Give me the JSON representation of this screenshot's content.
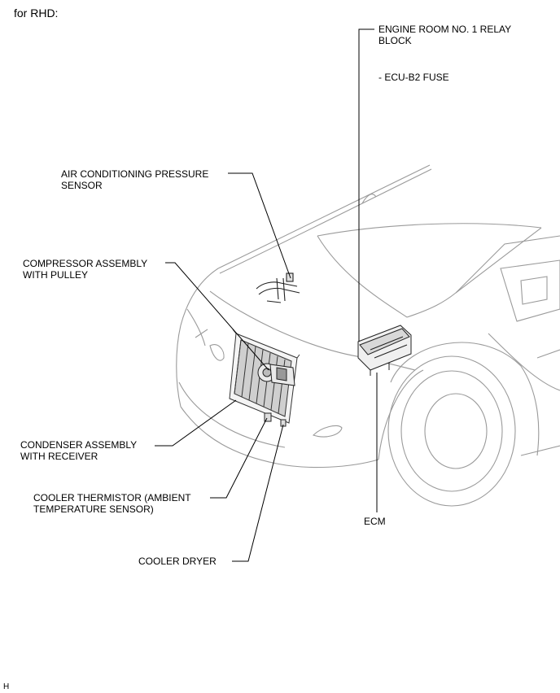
{
  "header": "for RHD:",
  "labels": {
    "relay_block_line1": "ENGINE ROOM NO. 1 RELAY",
    "relay_block_line2": "BLOCK",
    "fuse": "- ECU-B2 FUSE",
    "pressure_sensor_line1": "AIR CONDITIONING PRESSURE",
    "pressure_sensor_line2": "SENSOR",
    "compressor_line1": "COMPRESSOR ASSEMBLY",
    "compressor_line2": "WITH PULLEY",
    "condenser_line1": "CONDENSER ASSEMBLY",
    "condenser_line2": "WITH RECEIVER",
    "thermistor_line1": "COOLER THERMISTOR (AMBIENT",
    "thermistor_line2": "TEMPERATURE SENSOR)",
    "dryer": "COOLER DRYER",
    "ecm": "ECM"
  },
  "footer_code": "H"
}
